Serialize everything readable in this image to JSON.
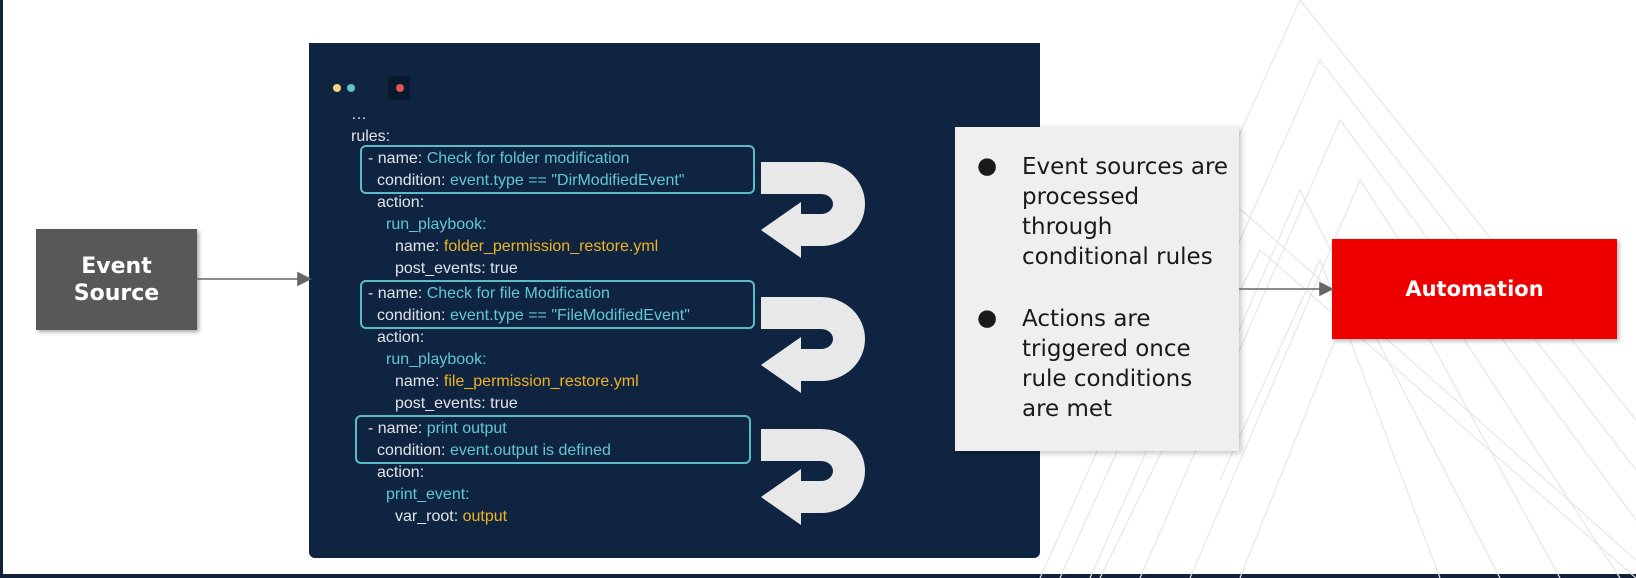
{
  "event_source": {
    "label": "Event Source"
  },
  "code": {
    "ellipsis": "…",
    "rules_key": "rules:",
    "rules": [
      {
        "name_key": "- name: ",
        "name_val": "Check for folder modification",
        "condition_key": "condition: ",
        "condition_val": "event.type == \"DirModifiedEvent\"",
        "action_key": "action:",
        "action_type": "run_playbook:",
        "param_key": "name: ",
        "param_val": "folder_permission_restore.yml",
        "extra": "post_events: true"
      },
      {
        "name_key": "- name: ",
        "name_val": "Check for file Modification",
        "condition_key": "condition: ",
        "condition_val": "event.type == \"FileModifiedEvent\"",
        "action_key": "action:",
        "action_type": "run_playbook:",
        "param_key": "name: ",
        "param_val": "file_permission_restore.yml",
        "extra": "post_events: true"
      },
      {
        "name_key": "- name: ",
        "name_val": "print output",
        "condition_key": "condition: ",
        "condition_val": "event.output is defined",
        "action_key": "action:",
        "action_type": "print_event:",
        "param_key": "var_root: ",
        "param_val": "output",
        "extra": ""
      }
    ]
  },
  "callout": {
    "bullets": [
      "Event sources are processed through conditional rules",
      "Actions are triggered once rule conditions are met"
    ],
    "bullet_symbol": "●"
  },
  "automation": {
    "label": "Automation"
  },
  "colors": {
    "panel": "#0f2440",
    "event_source": "#585858",
    "automation": "#ee0000",
    "rule_border": "#5bbcc8",
    "value_teal": "#62c6d6",
    "value_yellow": "#f0b423"
  }
}
